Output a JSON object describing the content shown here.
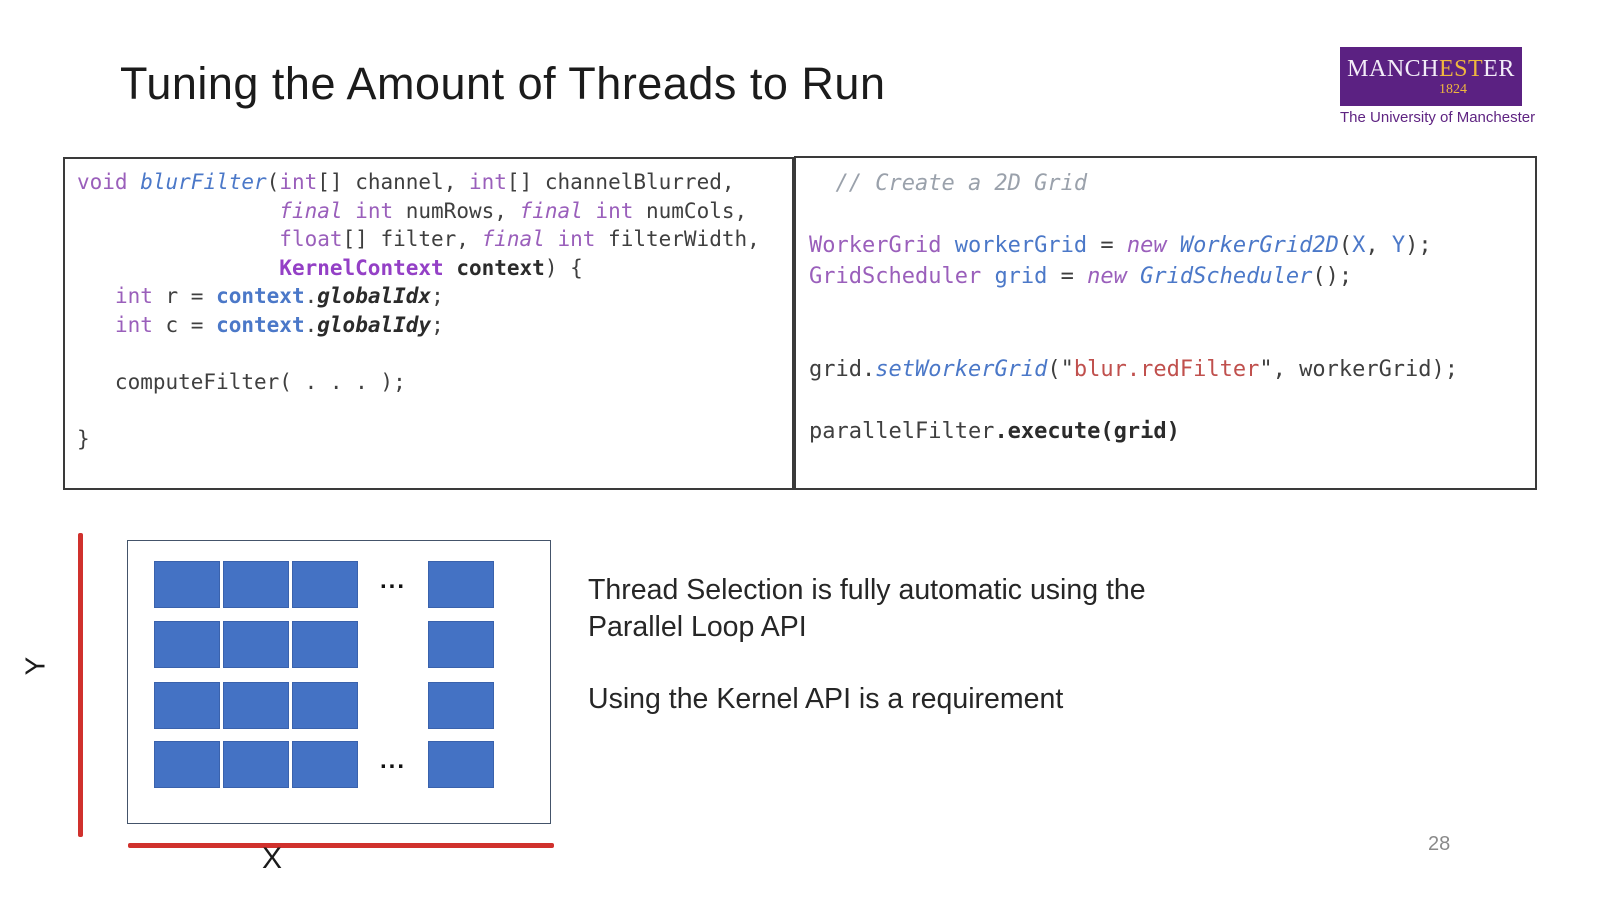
{
  "slide": {
    "title": "Tuning the Amount of Threads to Run",
    "page_number": "28"
  },
  "logo": {
    "name_pre": "MANCH",
    "name_highlight": "EST",
    "name_post": "ER",
    "year": "1824",
    "caption": "The University of Manchester",
    "bg_color": "#5B2182",
    "gold_color": "#EFB73E"
  },
  "code_left": {
    "lines": [
      [
        [
          "kw",
          "void"
        ],
        [
          "pl",
          " "
        ],
        [
          "idi",
          "blurFilter"
        ],
        [
          "pl",
          "("
        ],
        [
          "kw",
          "int"
        ],
        [
          "pl",
          "[] channel, "
        ],
        [
          "kw",
          "int"
        ],
        [
          "pl",
          "[] channelBlurred,"
        ]
      ],
      [
        [
          "pl",
          "                "
        ],
        [
          "kwi",
          "final"
        ],
        [
          "pl",
          " "
        ],
        [
          "kw",
          "int"
        ],
        [
          "pl",
          " numRows, "
        ],
        [
          "kwi",
          "final"
        ],
        [
          "pl",
          " "
        ],
        [
          "kw",
          "int"
        ],
        [
          "pl",
          " numCols,"
        ]
      ],
      [
        [
          "pl",
          "                "
        ],
        [
          "kw",
          "float"
        ],
        [
          "pl",
          "[] filter, "
        ],
        [
          "kwi",
          "final"
        ],
        [
          "pl",
          " "
        ],
        [
          "kw",
          "int"
        ],
        [
          "pl",
          " filterWidth,"
        ]
      ],
      [
        [
          "pl",
          "                "
        ],
        [
          "typeb",
          "KernelContext"
        ],
        [
          "mb",
          " context"
        ],
        [
          "pl",
          ") {"
        ]
      ],
      [
        [
          "pl",
          "   "
        ],
        [
          "kw",
          "int"
        ],
        [
          "pl",
          " r = "
        ],
        [
          "idb",
          "context"
        ],
        [
          "pl",
          "."
        ],
        [
          "mi",
          "globalIdx"
        ],
        [
          "pl",
          ";"
        ]
      ],
      [
        [
          "pl",
          "   "
        ],
        [
          "kw",
          "int"
        ],
        [
          "pl",
          " c = "
        ],
        [
          "idb",
          "context"
        ],
        [
          "pl",
          "."
        ],
        [
          "mi",
          "globalIdy"
        ],
        [
          "pl",
          ";"
        ]
      ],
      [],
      [
        [
          "pl",
          "   computeFilter( . . . );"
        ]
      ],
      [],
      [
        [
          "pl",
          "}"
        ]
      ]
    ]
  },
  "code_right": {
    "lines": [
      [
        [
          "com",
          "  // Create a 2D Grid"
        ]
      ],
      [],
      [
        [
          "type",
          "WorkerGrid"
        ],
        [
          "pl",
          " "
        ],
        [
          "id",
          "workerGrid"
        ],
        [
          "pl",
          " = "
        ],
        [
          "kwi",
          "new"
        ],
        [
          "pl",
          " "
        ],
        [
          "idi",
          "WorkerGrid2D"
        ],
        [
          "pl",
          "("
        ],
        [
          "id",
          "X"
        ],
        [
          "pl",
          ", "
        ],
        [
          "id",
          "Y"
        ],
        [
          "pl",
          ");"
        ]
      ],
      [
        [
          "type",
          "GridScheduler"
        ],
        [
          "pl",
          " "
        ],
        [
          "id",
          "grid"
        ],
        [
          "pl",
          " = "
        ],
        [
          "kwi",
          "new"
        ],
        [
          "pl",
          " "
        ],
        [
          "idi",
          "GridScheduler"
        ],
        [
          "pl",
          "();"
        ]
      ],
      [],
      [],
      [
        [
          "pl",
          "grid."
        ],
        [
          "idi",
          "setWorkerGrid"
        ],
        [
          "pl",
          "(\""
        ],
        [
          "str",
          "blur.redFilter"
        ],
        [
          "pl",
          "\", workerGrid);"
        ]
      ],
      [],
      [
        [
          "pl",
          "parallelFilter"
        ],
        [
          "mb",
          ".execute(grid)"
        ]
      ]
    ]
  },
  "diagram": {
    "x_label": "X",
    "y_label": "Y",
    "dots_text": "...",
    "cell_color": "#4472C4",
    "axis_color": "#D0312D",
    "frame_border_color": "#44546A",
    "rows": [
      {
        "dots": true
      },
      {
        "dots": false
      },
      {
        "dots": false
      },
      {
        "dots": true
      }
    ],
    "cols_main": 3,
    "cols_tail": 1
  },
  "notes": {
    "para1_line1": "Thread Selection is fully automatic using the",
    "para1_line2": "Parallel Loop API",
    "para2": "Using the Kernel API is a requirement"
  }
}
